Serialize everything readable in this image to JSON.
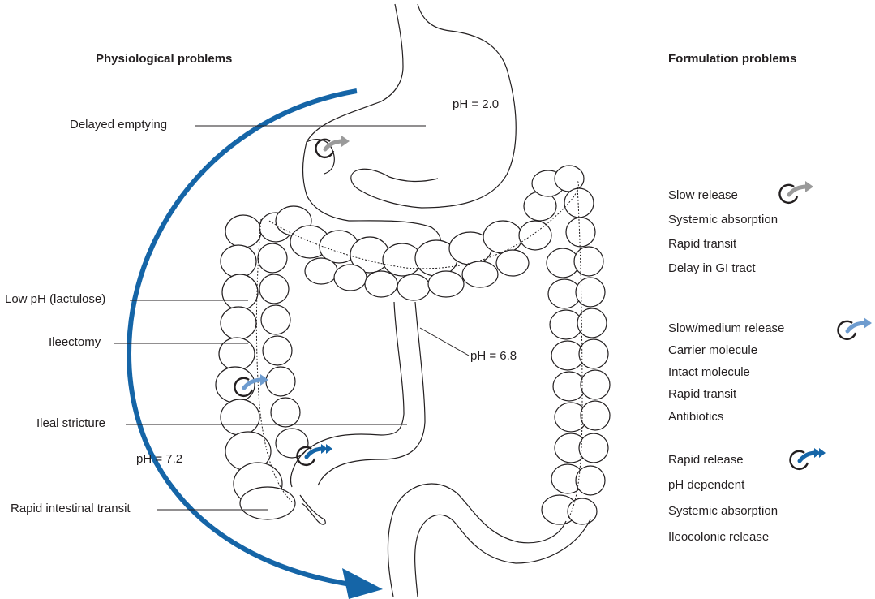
{
  "headings": {
    "left": "Physiological problems",
    "right": "Formulation problems"
  },
  "left_labels": {
    "delayed_emptying": "Delayed emptying",
    "low_ph": "Low pH (lactulose)",
    "ileectomy": "Ileectomy",
    "ileal_stricture": "Ileal stricture",
    "rapid_intestinal_transit": "Rapid intestinal transit"
  },
  "ph_labels": {
    "stomach": "pH = 2.0",
    "small_intestine": "pH = 6.8",
    "colon": "pH = 7.2"
  },
  "formulation_groups": [
    {
      "icon": "grey-release-arrow-icon",
      "color": "#9a9a9a",
      "items": [
        "Slow release",
        "Systemic absorption",
        "Rapid transit",
        "Delay in GI tract"
      ]
    },
    {
      "icon": "light-blue-release-arrow-icon",
      "color": "#6e9ccf",
      "items": [
        "Slow/medium release",
        "Carrier molecule",
        "Intact molecule",
        "Rapid transit",
        "Antibiotics"
      ]
    },
    {
      "icon": "dark-blue-release-arrow-icon",
      "color": "#1565a7",
      "items": [
        "Rapid release",
        "pH dependent",
        "Systemic absorption",
        "Ileocolonic release"
      ]
    }
  ],
  "colors": {
    "transit_arrow": "#1565a7",
    "outline": "#231f20",
    "grey_arrow": "#9a9a9a",
    "light_blue_arrow": "#6e9ccf",
    "dark_blue_arrow": "#1565a7"
  }
}
